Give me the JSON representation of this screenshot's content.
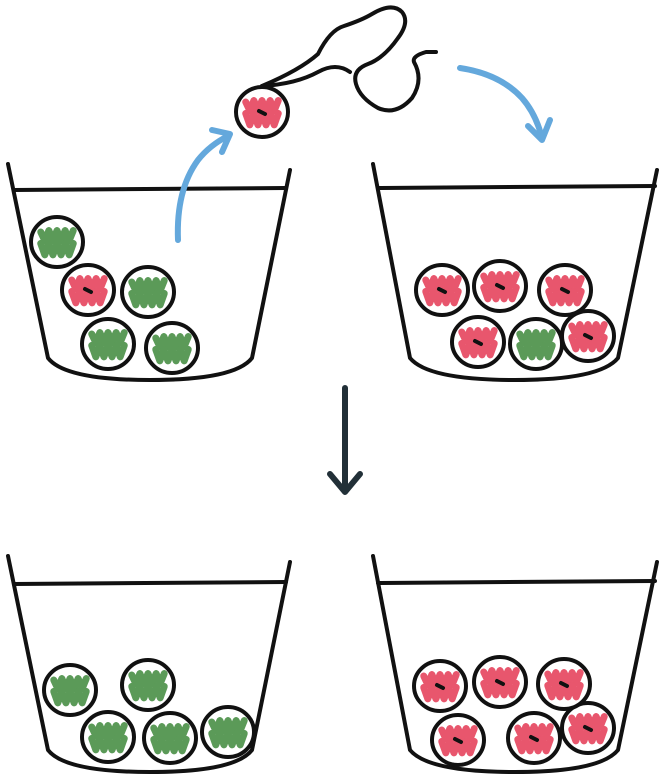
{
  "colors": {
    "ink": "#111111",
    "green": "#5b9a58",
    "red": "#e8566d",
    "blue_arrow": "#64a8dc",
    "dark_arrow": "#223038",
    "background": "#ffffff"
  },
  "baskets": [
    {
      "id": "top-left",
      "balls": [
        "green",
        "red",
        "green",
        "green",
        "green"
      ]
    },
    {
      "id": "top-right",
      "balls": [
        "red",
        "red",
        "red",
        "green",
        "red",
        "red"
      ]
    },
    {
      "id": "bottom-left",
      "balls": [
        "green",
        "green",
        "green",
        "green",
        "green"
      ]
    },
    {
      "id": "bottom-right",
      "balls": [
        "red",
        "red",
        "red",
        "red",
        "red",
        "red"
      ]
    }
  ],
  "moving_ball": {
    "color": "red"
  },
  "icons": {
    "transfer_arrow_up": "curved-arrow-icon",
    "transfer_arrow_down": "curved-arrow-icon",
    "step_arrow": "down-arrow-icon",
    "tweezers": "tweezers-icon"
  }
}
